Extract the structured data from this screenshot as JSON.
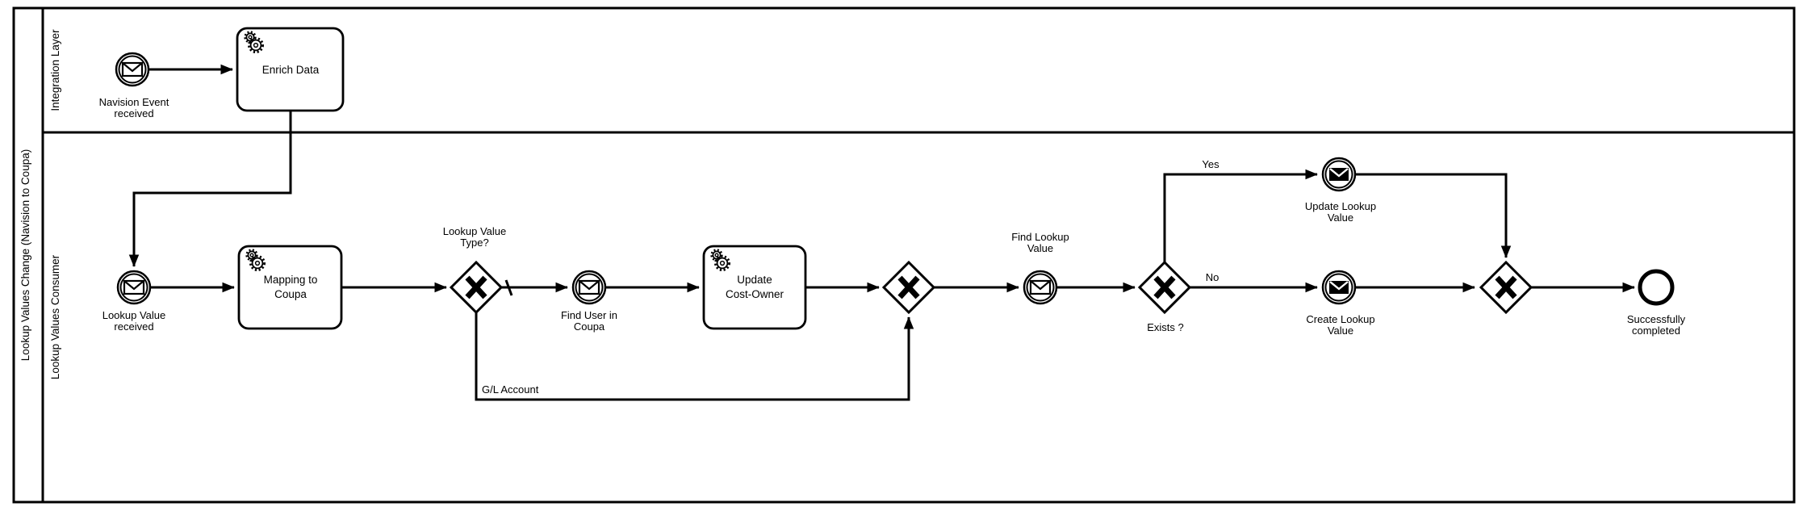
{
  "diagram": {
    "pool_title": "Lookup Values Change (Navision to Coupa)",
    "lanes": [
      {
        "label": "Integration Layer"
      },
      {
        "label": "Lookup Values Consumer"
      }
    ],
    "nodes": {
      "navision_event": {
        "type": "message-catch-event",
        "label_lines": [
          "Navision Event",
          "received"
        ]
      },
      "enrich_data": {
        "type": "service-task",
        "label_lines": [
          "Enrich Data"
        ]
      },
      "lookup_value_received": {
        "type": "message-catch-event",
        "label_lines": [
          "Lookup Value",
          "received"
        ]
      },
      "mapping_to_coupa": {
        "type": "service-task",
        "label_lines": [
          "Mapping to",
          "Coupa"
        ]
      },
      "lookup_value_type_gateway": {
        "type": "exclusive-gateway",
        "label_lines": [
          "Lookup Value",
          "Type?"
        ]
      },
      "find_user_in_coupa": {
        "type": "message-catch-event",
        "label_lines": [
          "Find User in",
          "Coupa"
        ]
      },
      "update_cost_owner": {
        "type": "service-task",
        "label_lines": [
          "Update",
          "Cost-Owner"
        ]
      },
      "merge_gateway": {
        "type": "exclusive-gateway",
        "label_lines": []
      },
      "find_lookup_value": {
        "type": "message-catch-event",
        "label_lines": [
          "Find Lookup",
          "Value"
        ]
      },
      "exists_gateway": {
        "type": "exclusive-gateway",
        "label_lines": [
          "Exists ?"
        ]
      },
      "update_lookup_value": {
        "type": "message-throw-event",
        "label_lines": [
          "Update Lookup",
          "Value"
        ]
      },
      "create_lookup_value": {
        "type": "message-throw-event",
        "label_lines": [
          "Create Lookup",
          "Value"
        ]
      },
      "join_gateway": {
        "type": "exclusive-gateway",
        "label_lines": []
      },
      "end_event": {
        "type": "end-event",
        "label_lines": [
          "Successfully",
          "completed"
        ]
      }
    },
    "flow_labels": {
      "gl_account": "G/L Account",
      "yes": "Yes",
      "no": "No"
    },
    "colors": {
      "stroke": "#000000",
      "fill": "#ffffff",
      "background": "#ffffff"
    }
  }
}
